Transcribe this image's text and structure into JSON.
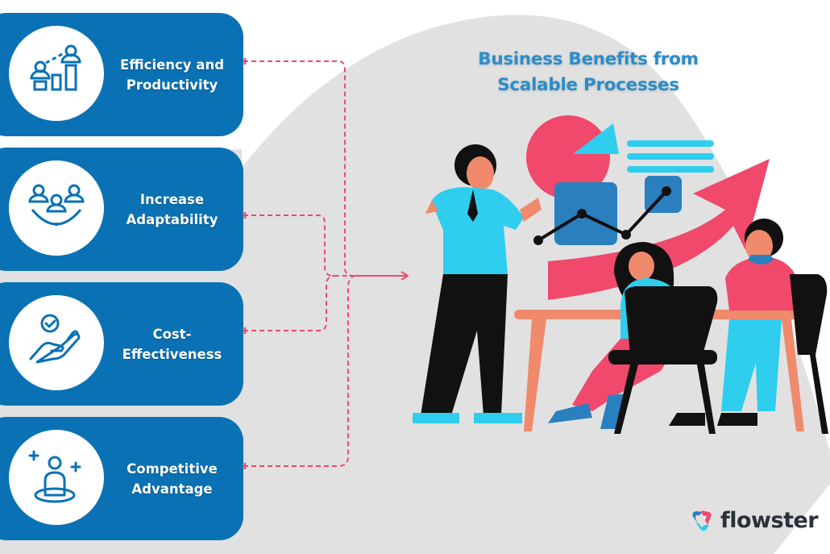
{
  "title": "Business Benefits from\nScalable Processes",
  "colors": {
    "card": "#0A72B4",
    "title": "#2B8DC8",
    "connector": "#EC4A6C",
    "background_blob": "#E1E1E1",
    "brand_text": "#2A313B"
  },
  "benefits": [
    {
      "label": "Efficiency and\nProductivity",
      "icon": "growth-chart-people-icon"
    },
    {
      "label": "Increase\nAdaptability",
      "icon": "team-group-icon"
    },
    {
      "label": "Cost-\nEffectiveness",
      "icon": "hand-check-icon"
    },
    {
      "label": "Competitive\nAdvantage",
      "icon": "person-plus-icon"
    }
  ],
  "illustration": {
    "description": "team-meeting-illustration",
    "icon": "presentation-meeting-icon"
  },
  "logo": {
    "brand": "flowster",
    "icon": "flowster-logo-icon"
  }
}
